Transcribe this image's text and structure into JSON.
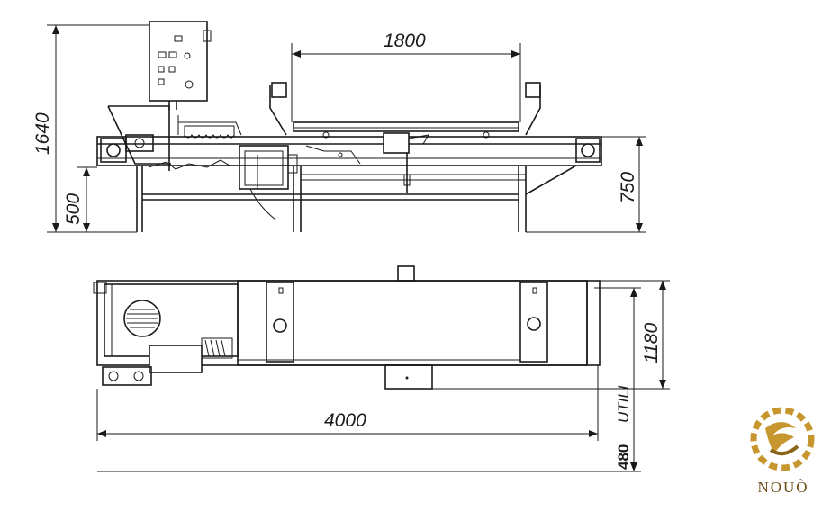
{
  "dimensions": {
    "total_height": "1640",
    "frame_height": "500",
    "conveyor_height": "750",
    "top_length": "1800",
    "total_length": "4000",
    "width": "1180",
    "util_label": "UTILI",
    "util_width": "480"
  },
  "brand": {
    "name": "NOUÒ",
    "color_gold": "#c8962e",
    "color_dark": "#6b4a12"
  }
}
